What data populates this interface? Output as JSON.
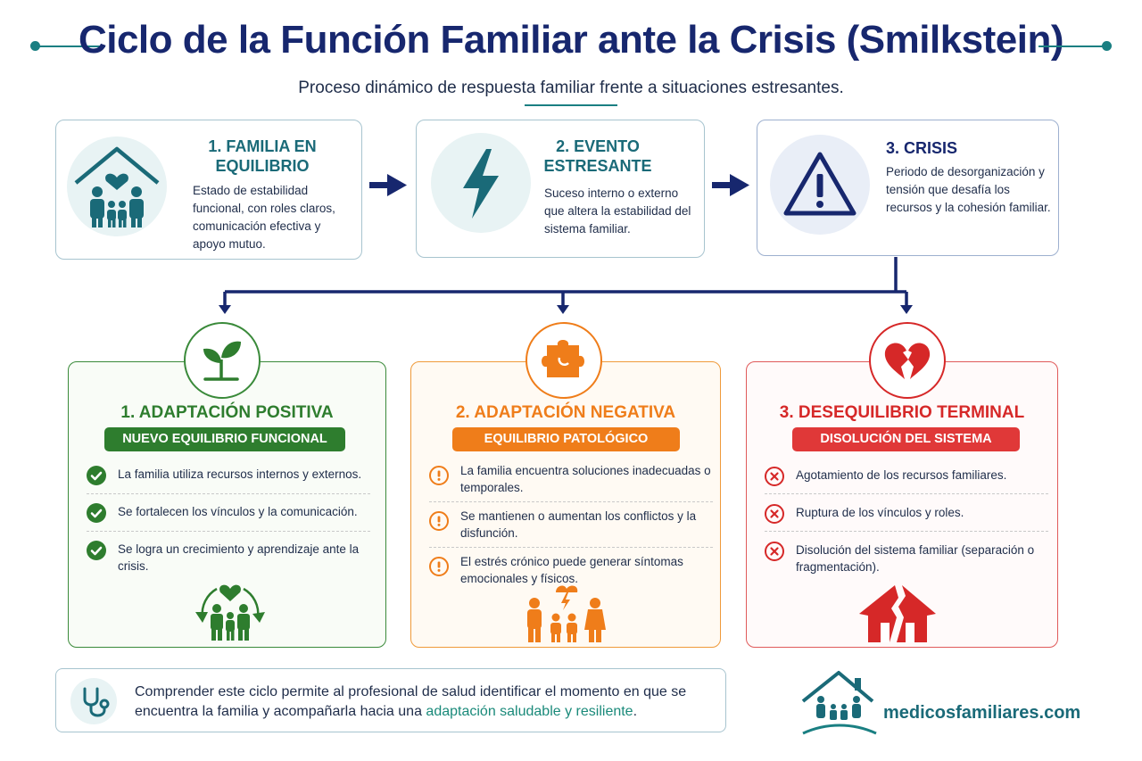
{
  "header": {
    "title": "Ciclo de la Función Familiar ante la Crisis (Smilkstein)",
    "subtitle": "Proceso dinámico de respuesta familiar frente a situaciones estresantes."
  },
  "stages": [
    {
      "title": "1. FAMILIA EN EQUILIBRIO",
      "description": "Estado de estabilidad funcional, con roles claros, comunicación efectiva y apoyo mutuo.",
      "icon": "family-house-heart-icon"
    },
    {
      "title": "2. EVENTO ESTRESANTE",
      "description": "Suceso interno o externo que altera la estabilidad del sistema familiar.",
      "icon": "lightning-bolt-icon"
    },
    {
      "title": "3. CRISIS",
      "description": "Periodo de desorganización y tensión que desafía los recursos y la cohesión familiar.",
      "icon": "warning-triangle-icon"
    }
  ],
  "outcomes": [
    {
      "title": "1. ADAPTACIÓN POSITIVA",
      "tag": "NUEVO EQUILIBRIO FUNCIONAL",
      "icon": "sprout-icon",
      "color": "#2e7d2e",
      "items": [
        "La familia utiliza recursos internos y externos.",
        "Se fortalecen los vínculos y la comunicación.",
        "Se logra un crecimiento y aprendizaje ante la crisis."
      ]
    },
    {
      "title": "2. ADAPTACIÓN NEGATIVA",
      "tag": "EQUILIBRIO PATOLÓGICO",
      "icon": "puzzle-piece-icon",
      "color": "#ef7d1a",
      "items": [
        "La familia encuentra soluciones inadecuadas o temporales.",
        "Se mantienen o aumentan los conflictos y la disfunción.",
        "El estrés crónico puede generar síntomas emocionales y físicos."
      ]
    },
    {
      "title": "3. DESEQUILIBRIO TERMINAL",
      "tag": "DISOLUCIÓN DEL SISTEMA",
      "icon": "broken-heart-icon",
      "color": "#d62828",
      "items": [
        "Agotamiento de los recursos familiares.",
        "Ruptura de los vínculos y roles.",
        "Disolución del sistema familiar (separación o fragmentación)."
      ]
    }
  ],
  "footer": {
    "text": "Comprender este ciclo permite al profesional de salud identificar el momento en que se encuentra la familia y acompañarla hacia una ",
    "highlight": "adaptación saludable y resiliente",
    "end": ".",
    "icon": "stethoscope-icon"
  },
  "brand": {
    "name": "medicosfamiliares.com",
    "icon": "family-house-logo-icon"
  },
  "colors": {
    "title": "#17276e",
    "teal": "#1a7f82",
    "arrow": "#17276e",
    "positive": "#2e7d2e",
    "negative": "#ef7d1a",
    "terminal": "#d62828"
  }
}
